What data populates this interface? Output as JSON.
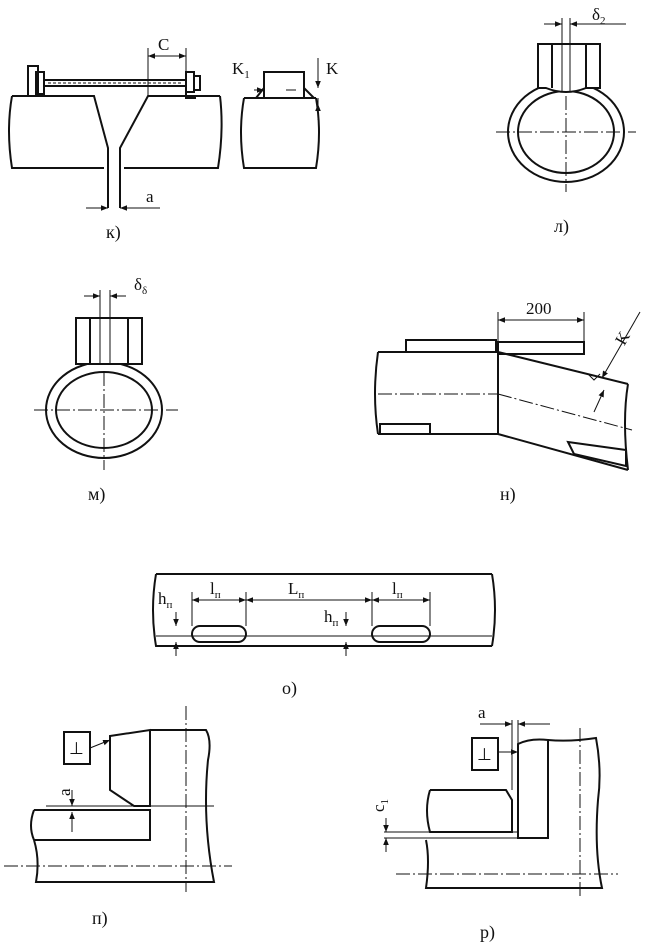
{
  "panels": {
    "k": {
      "caption": "к)",
      "labels": {
        "c": "C",
        "a": "a",
        "k1": "K",
        "k1_sub": "1",
        "k": "K"
      }
    },
    "l": {
      "caption": "л)",
      "labels": {
        "delta": "δ",
        "delta_sub": "2"
      }
    },
    "m": {
      "caption": "м)",
      "labels": {
        "delta": "δ",
        "delta_sub": "δ"
      }
    },
    "n": {
      "caption": "н)",
      "labels": {
        "length": "200",
        "k": "K"
      }
    },
    "o": {
      "caption": "о)",
      "labels": {
        "h": "h",
        "h_sub": "п",
        "l": "l",
        "l_sub": "п",
        "L": "L",
        "L_sub": "п"
      }
    },
    "p": {
      "caption": "п)",
      "labels": {
        "a": "a",
        "perp": "⊥"
      }
    },
    "r": {
      "caption": "р)",
      "labels": {
        "a": "a",
        "c": "c",
        "c_sub": "1",
        "perp": "⊥"
      }
    }
  }
}
